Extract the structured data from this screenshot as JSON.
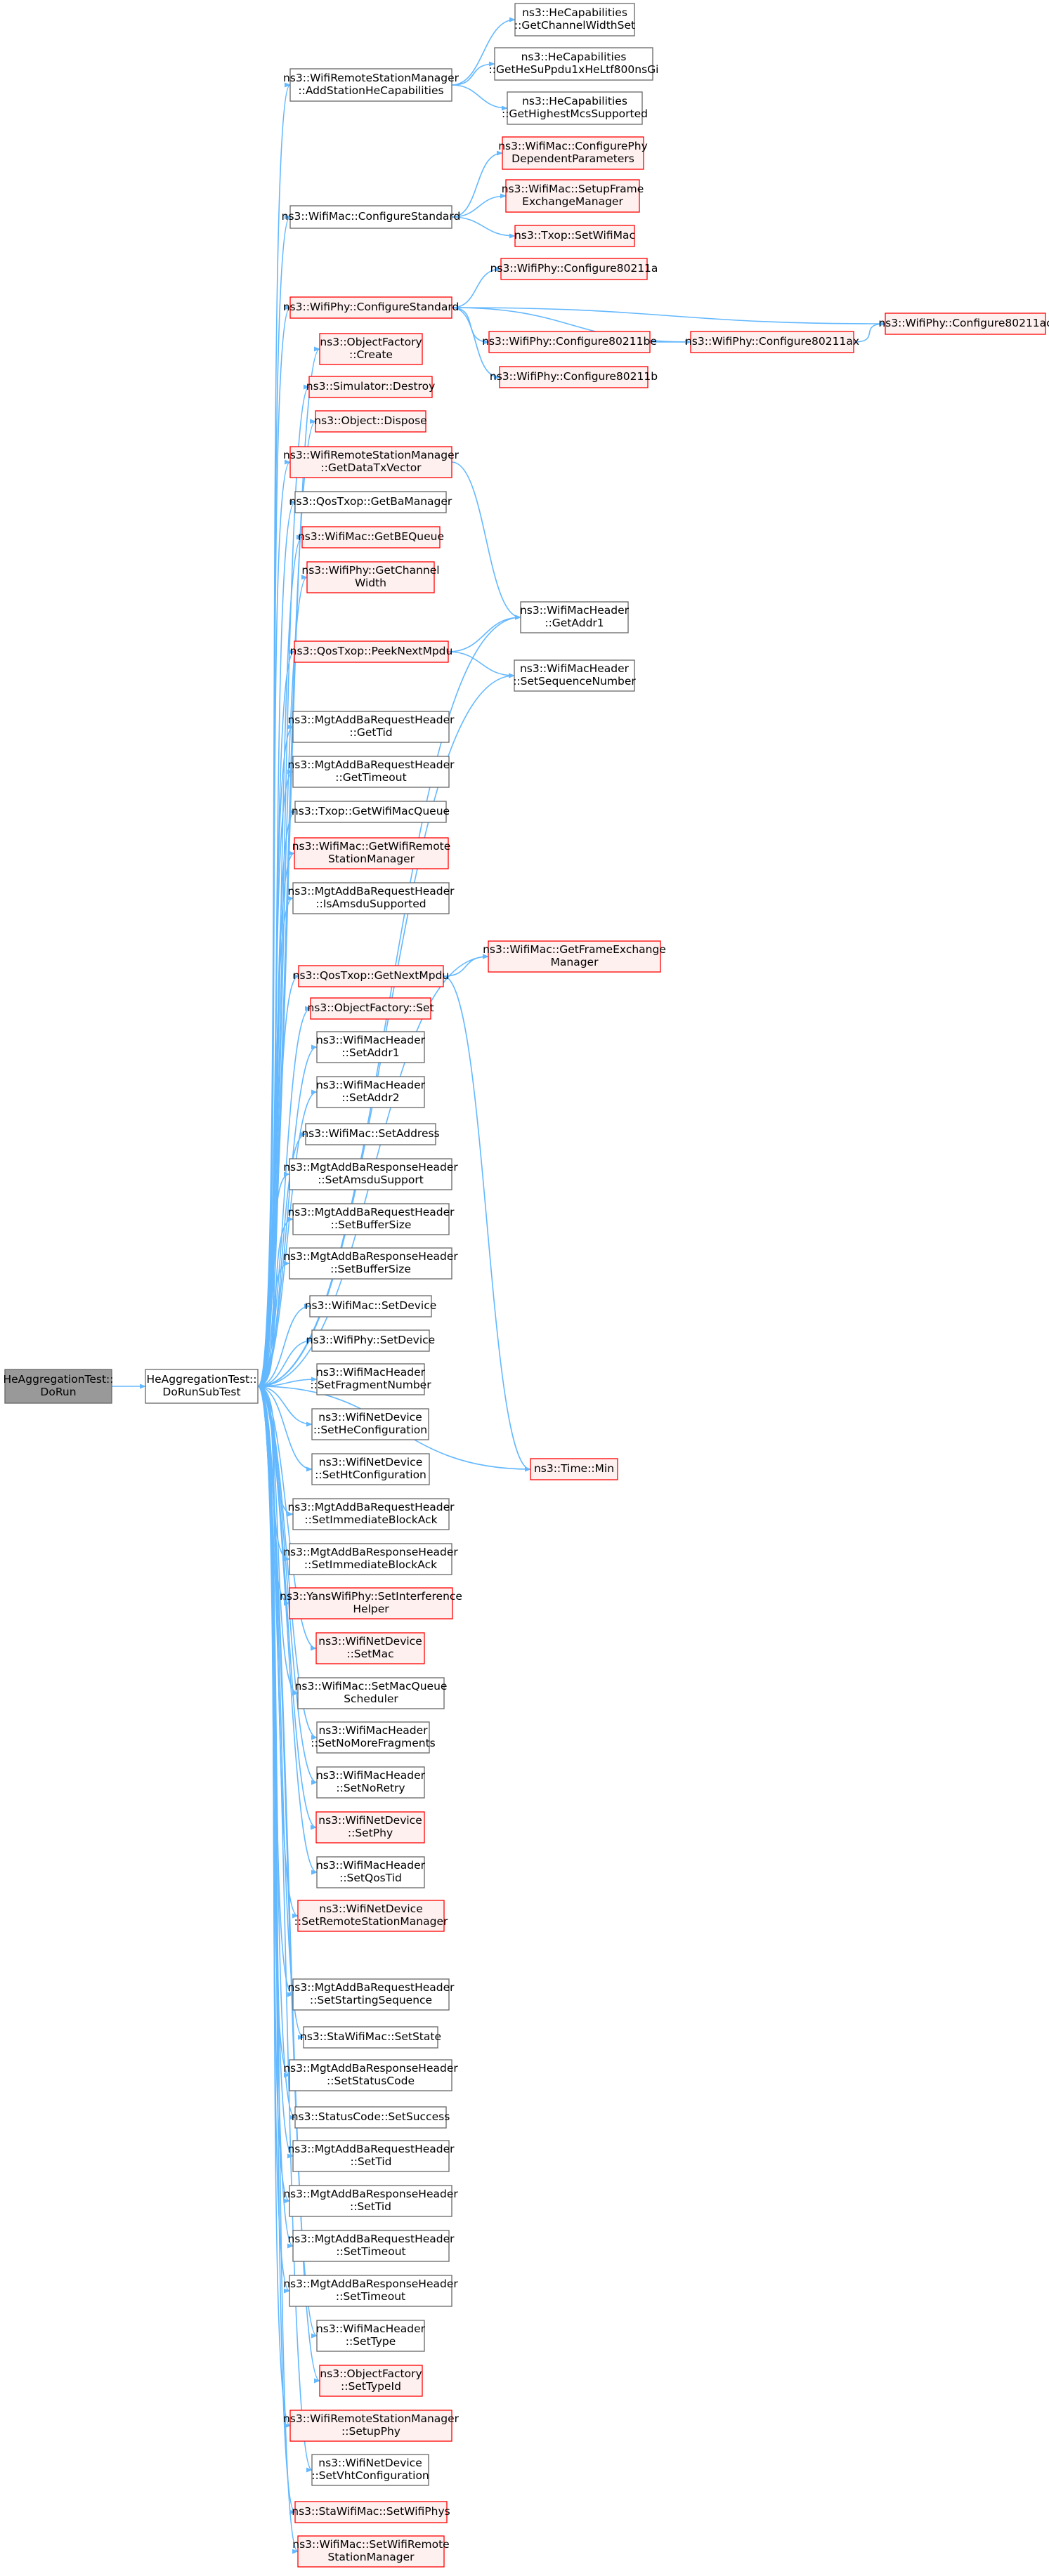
{
  "diagram": {
    "type": "call-graph",
    "colors": {
      "edge": "#63b8ff",
      "root_fill": "#999999",
      "root_border": "#666666",
      "normal_fill": "#ffffff",
      "normal_border": "#666666",
      "incomplete_fill": "#fff0f0",
      "incomplete_border": "#ff0000",
      "text": "#000000"
    },
    "nodes": [
      {
        "id": "root",
        "lines": [
          "HeAggregationTest::",
          "DoRun"
        ],
        "style": "root"
      },
      {
        "id": "dorunsub",
        "lines": [
          "HeAggregationTest::",
          "DoRunSubTest"
        ],
        "style": "normal"
      },
      {
        "id": "addhecap",
        "lines": [
          "ns3::WifiRemoteStationManager",
          "::AddStationHeCapabilities"
        ],
        "style": "normal"
      },
      {
        "id": "hecap_cw",
        "lines": [
          "ns3::HeCapabilities",
          "::GetChannelWidthSet"
        ],
        "style": "normal"
      },
      {
        "id": "hecap_gi",
        "lines": [
          "ns3::HeCapabilities",
          "::GetHeSuPpdu1xHeLtf800nsGi"
        ],
        "style": "normal"
      },
      {
        "id": "hecap_mcs",
        "lines": [
          "ns3::HeCapabilities",
          "::GetHighestMcsSupported"
        ],
        "style": "normal"
      },
      {
        "id": "mac_cfgstd",
        "lines": [
          "ns3::WifiMac::ConfigureStandard"
        ],
        "style": "normal"
      },
      {
        "id": "mac_cfgphy",
        "lines": [
          "ns3::WifiMac::ConfigurePhy",
          "DependentParameters"
        ],
        "style": "incomplete"
      },
      {
        "id": "mac_setupfem",
        "lines": [
          "ns3::WifiMac::SetupFrame",
          "ExchangeManager"
        ],
        "style": "incomplete"
      },
      {
        "id": "txop_setmac",
        "lines": [
          "ns3::Txop::SetWifiMac"
        ],
        "style": "incomplete"
      },
      {
        "id": "phy_cfgstd",
        "lines": [
          "ns3::WifiPhy::ConfigureStandard"
        ],
        "style": "incomplete"
      },
      {
        "id": "phy_11a",
        "lines": [
          "ns3::WifiPhy::Configure80211a"
        ],
        "style": "incomplete"
      },
      {
        "id": "phy_11ac",
        "lines": [
          "ns3::WifiPhy::Configure80211ac"
        ],
        "style": "incomplete"
      },
      {
        "id": "phy_11be",
        "lines": [
          "ns3::WifiPhy::Configure80211be"
        ],
        "style": "incomplete"
      },
      {
        "id": "phy_11ax",
        "lines": [
          "ns3::WifiPhy::Configure80211ax"
        ],
        "style": "incomplete"
      },
      {
        "id": "phy_11b",
        "lines": [
          "ns3::WifiPhy::Configure80211b"
        ],
        "style": "incomplete"
      },
      {
        "id": "of_create",
        "lines": [
          "ns3::ObjectFactory",
          "::Create"
        ],
        "style": "incomplete"
      },
      {
        "id": "sim_destroy",
        "lines": [
          "ns3::Simulator::Destroy"
        ],
        "style": "incomplete"
      },
      {
        "id": "obj_dispose",
        "lines": [
          "ns3::Object::Dispose"
        ],
        "style": "incomplete"
      },
      {
        "id": "getdatatx",
        "lines": [
          "ns3::WifiRemoteStationManager",
          "::GetDataTxVector"
        ],
        "style": "incomplete"
      },
      {
        "id": "getbamgr",
        "lines": [
          "ns3::QosTxop::GetBaManager"
        ],
        "style": "normal"
      },
      {
        "id": "getbequeue",
        "lines": [
          "ns3::WifiMac::GetBEQueue"
        ],
        "style": "incomplete"
      },
      {
        "id": "getchwidth",
        "lines": [
          "ns3::WifiPhy::GetChannel",
          "Width"
        ],
        "style": "incomplete"
      },
      {
        "id": "hdr_getaddr1",
        "lines": [
          "ns3::WifiMacHeader",
          "::GetAddr1"
        ],
        "style": "normal"
      },
      {
        "id": "peeknext",
        "lines": [
          "ns3::QosTxop::PeekNextMpdu"
        ],
        "style": "incomplete"
      },
      {
        "id": "hdr_setseq",
        "lines": [
          "ns3::WifiMacHeader",
          "::SetSequenceNumber"
        ],
        "style": "normal"
      },
      {
        "id": "addbareq_gettid",
        "lines": [
          "ns3::MgtAddBaRequestHeader",
          "::GetTid"
        ],
        "style": "normal"
      },
      {
        "id": "addbareq_gettimeout",
        "lines": [
          "ns3::MgtAddBaRequestHeader",
          "::GetTimeout"
        ],
        "style": "normal"
      },
      {
        "id": "txop_getqueue",
        "lines": [
          "ns3::Txop::GetWifiMacQueue"
        ],
        "style": "normal"
      },
      {
        "id": "mac_getrsm",
        "lines": [
          "ns3::WifiMac::GetWifiRemote",
          "StationManager"
        ],
        "style": "incomplete"
      },
      {
        "id": "addbareq_isamsdu",
        "lines": [
          "ns3::MgtAddBaRequestHeader",
          "::IsAmsduSupported"
        ],
        "style": "normal"
      },
      {
        "id": "mac_getfem",
        "lines": [
          "ns3::WifiMac::GetFrameExchange",
          "Manager"
        ],
        "style": "incomplete"
      },
      {
        "id": "getnextmpdu",
        "lines": [
          "ns3::QosTxop::GetNextMpdu"
        ],
        "style": "incomplete"
      },
      {
        "id": "of_set",
        "lines": [
          "ns3::ObjectFactory::Set"
        ],
        "style": "incomplete"
      },
      {
        "id": "hdr_setaddr1",
        "lines": [
          "ns3::WifiMacHeader",
          "::SetAddr1"
        ],
        "style": "normal"
      },
      {
        "id": "hdr_setaddr2",
        "lines": [
          "ns3::WifiMacHeader",
          "::SetAddr2"
        ],
        "style": "normal"
      },
      {
        "id": "mac_setaddress",
        "lines": [
          "ns3::WifiMac::SetAddress"
        ],
        "style": "normal"
      },
      {
        "id": "addbaresp_setamsdu",
        "lines": [
          "ns3::MgtAddBaResponseHeader",
          "::SetAmsduSupport"
        ],
        "style": "normal"
      },
      {
        "id": "addbareq_setbuf",
        "lines": [
          "ns3::MgtAddBaRequestHeader",
          "::SetBufferSize"
        ],
        "style": "normal"
      },
      {
        "id": "addbaresp_setbuf",
        "lines": [
          "ns3::MgtAddBaResponseHeader",
          "::SetBufferSize"
        ],
        "style": "normal"
      },
      {
        "id": "mac_setdevice",
        "lines": [
          "ns3::WifiMac::SetDevice"
        ],
        "style": "normal"
      },
      {
        "id": "phy_setdevice",
        "lines": [
          "ns3::WifiPhy::SetDevice"
        ],
        "style": "normal"
      },
      {
        "id": "hdr_setfrag",
        "lines": [
          "ns3::WifiMacHeader",
          "::SetFragmentNumber"
        ],
        "style": "normal"
      },
      {
        "id": "nd_sethe",
        "lines": [
          "ns3::WifiNetDevice",
          "::SetHeConfiguration"
        ],
        "style": "normal"
      },
      {
        "id": "nd_setht",
        "lines": [
          "ns3::WifiNetDevice",
          "::SetHtConfiguration"
        ],
        "style": "normal"
      },
      {
        "id": "time_min",
        "lines": [
          "ns3::Time::Min"
        ],
        "style": "incomplete"
      },
      {
        "id": "addbareq_setimm",
        "lines": [
          "ns3::MgtAddBaRequestHeader",
          "::SetImmediateBlockAck"
        ],
        "style": "normal"
      },
      {
        "id": "addbaresp_setimm",
        "lines": [
          "ns3::MgtAddBaResponseHeader",
          "::SetImmediateBlockAck"
        ],
        "style": "normal"
      },
      {
        "id": "yans_setinterf",
        "lines": [
          "ns3::YansWifiPhy::SetInterference",
          "Helper"
        ],
        "style": "incomplete"
      },
      {
        "id": "nd_setmac",
        "lines": [
          "ns3::WifiNetDevice",
          "::SetMac"
        ],
        "style": "incomplete"
      },
      {
        "id": "mac_setqsched",
        "lines": [
          "ns3::WifiMac::SetMacQueue",
          "Scheduler"
        ],
        "style": "normal"
      },
      {
        "id": "hdr_setnomore",
        "lines": [
          "ns3::WifiMacHeader",
          "::SetNoMoreFragments"
        ],
        "style": "normal"
      },
      {
        "id": "hdr_setnoretry",
        "lines": [
          "ns3::WifiMacHeader",
          "::SetNoRetry"
        ],
        "style": "normal"
      },
      {
        "id": "nd_setphy",
        "lines": [
          "ns3::WifiNetDevice",
          "::SetPhy"
        ],
        "style": "incomplete"
      },
      {
        "id": "hdr_setqostid",
        "lines": [
          "ns3::WifiMacHeader",
          "::SetQosTid"
        ],
        "style": "normal"
      },
      {
        "id": "nd_setrsm",
        "lines": [
          "ns3::WifiNetDevice",
          "::SetRemoteStationManager"
        ],
        "style": "incomplete"
      },
      {
        "id": "addbareq_setstart",
        "lines": [
          "ns3::MgtAddBaRequestHeader",
          "::SetStartingSequence"
        ],
        "style": "normal"
      },
      {
        "id": "sta_setstate",
        "lines": [
          "ns3::StaWifiMac::SetState"
        ],
        "style": "normal"
      },
      {
        "id": "addbaresp_setstatus",
        "lines": [
          "ns3::MgtAddBaResponseHeader",
          "::SetStatusCode"
        ],
        "style": "normal"
      },
      {
        "id": "status_setsuccess",
        "lines": [
          "ns3::StatusCode::SetSuccess"
        ],
        "style": "normal"
      },
      {
        "id": "addbareq_settid",
        "lines": [
          "ns3::MgtAddBaRequestHeader",
          "::SetTid"
        ],
        "style": "normal"
      },
      {
        "id": "addbaresp_settid",
        "lines": [
          "ns3::MgtAddBaResponseHeader",
          "::SetTid"
        ],
        "style": "normal"
      },
      {
        "id": "addbareq_settimeout",
        "lines": [
          "ns3::MgtAddBaRequestHeader",
          "::SetTimeout"
        ],
        "style": "normal"
      },
      {
        "id": "addbaresp_settimeout",
        "lines": [
          "ns3::MgtAddBaResponseHeader",
          "::SetTimeout"
        ],
        "style": "normal"
      },
      {
        "id": "hdr_settype",
        "lines": [
          "ns3::WifiMacHeader",
          "::SetType"
        ],
        "style": "normal"
      },
      {
        "id": "of_settypeid",
        "lines": [
          "ns3::ObjectFactory",
          "::SetTypeId"
        ],
        "style": "incomplete"
      },
      {
        "id": "rsm_setupphy",
        "lines": [
          "ns3::WifiRemoteStationManager",
          "::SetupPhy"
        ],
        "style": "incomplete"
      },
      {
        "id": "nd_setvht",
        "lines": [
          "ns3::WifiNetDevice",
          "::SetVhtConfiguration"
        ],
        "style": "normal"
      },
      {
        "id": "sta_setphys",
        "lines": [
          "ns3::StaWifiMac::SetWifiPhys"
        ],
        "style": "incomplete"
      },
      {
        "id": "mac_setrsm",
        "lines": [
          "ns3::WifiMac::SetWifiRemote",
          "StationManager"
        ],
        "style": "incomplete"
      }
    ],
    "edges": [
      [
        "root",
        "dorunsub"
      ],
      [
        "dorunsub",
        "addhecap"
      ],
      [
        "addhecap",
        "hecap_cw"
      ],
      [
        "addhecap",
        "hecap_gi"
      ],
      [
        "addhecap",
        "hecap_mcs"
      ],
      [
        "dorunsub",
        "mac_cfgstd"
      ],
      [
        "mac_cfgstd",
        "mac_cfgphy"
      ],
      [
        "mac_cfgstd",
        "mac_setupfem"
      ],
      [
        "mac_cfgstd",
        "txop_setmac"
      ],
      [
        "dorunsub",
        "phy_cfgstd"
      ],
      [
        "phy_cfgstd",
        "phy_11a"
      ],
      [
        "phy_cfgstd",
        "phy_11ac"
      ],
      [
        "phy_cfgstd",
        "phy_11be"
      ],
      [
        "phy_cfgstd",
        "phy_11ax"
      ],
      [
        "phy_cfgstd",
        "phy_11b"
      ],
      [
        "phy_11be",
        "phy_11ax"
      ],
      [
        "phy_11ax",
        "phy_11ac"
      ],
      [
        "dorunsub",
        "of_create"
      ],
      [
        "dorunsub",
        "sim_destroy"
      ],
      [
        "dorunsub",
        "obj_dispose"
      ],
      [
        "dorunsub",
        "getdatatx"
      ],
      [
        "getdatatx",
        "hdr_getaddr1"
      ],
      [
        "dorunsub",
        "getbamgr"
      ],
      [
        "dorunsub",
        "getbequeue"
      ],
      [
        "dorunsub",
        "getchwidth"
      ],
      [
        "dorunsub",
        "hdr_getaddr1"
      ],
      [
        "dorunsub",
        "peeknext"
      ],
      [
        "peeknext",
        "hdr_getaddr1"
      ],
      [
        "peeknext",
        "hdr_setseq"
      ],
      [
        "dorunsub",
        "hdr_setseq"
      ],
      [
        "dorunsub",
        "addbareq_gettid"
      ],
      [
        "dorunsub",
        "addbareq_gettimeout"
      ],
      [
        "dorunsub",
        "txop_getqueue"
      ],
      [
        "dorunsub",
        "mac_getrsm"
      ],
      [
        "dorunsub",
        "addbareq_isamsdu"
      ],
      [
        "dorunsub",
        "mac_getfem"
      ],
      [
        "dorunsub",
        "getnextmpdu"
      ],
      [
        "getnextmpdu",
        "mac_getfem"
      ],
      [
        "getnextmpdu",
        "time_min"
      ],
      [
        "dorunsub",
        "of_set"
      ],
      [
        "dorunsub",
        "hdr_setaddr1"
      ],
      [
        "dorunsub",
        "hdr_setaddr2"
      ],
      [
        "dorunsub",
        "mac_setaddress"
      ],
      [
        "dorunsub",
        "addbaresp_setamsdu"
      ],
      [
        "dorunsub",
        "addbareq_setbuf"
      ],
      [
        "dorunsub",
        "addbaresp_setbuf"
      ],
      [
        "dorunsub",
        "mac_setdevice"
      ],
      [
        "dorunsub",
        "phy_setdevice"
      ],
      [
        "dorunsub",
        "hdr_setfrag"
      ],
      [
        "dorunsub",
        "nd_sethe"
      ],
      [
        "dorunsub",
        "nd_setht"
      ],
      [
        "dorunsub",
        "addbareq_setimm"
      ],
      [
        "dorunsub",
        "addbaresp_setimm"
      ],
      [
        "dorunsub",
        "yans_setinterf"
      ],
      [
        "dorunsub",
        "nd_setmac"
      ],
      [
        "dorunsub",
        "mac_setqsched"
      ],
      [
        "dorunsub",
        "hdr_setnomore"
      ],
      [
        "dorunsub",
        "hdr_setnoretry"
      ],
      [
        "dorunsub",
        "nd_setphy"
      ],
      [
        "dorunsub",
        "hdr_setqostid"
      ],
      [
        "dorunsub",
        "nd_setrsm"
      ],
      [
        "dorunsub",
        "time_min"
      ],
      [
        "dorunsub",
        "addbareq_setstart"
      ],
      [
        "dorunsub",
        "sta_setstate"
      ],
      [
        "dorunsub",
        "addbaresp_setstatus"
      ],
      [
        "dorunsub",
        "status_setsuccess"
      ],
      [
        "dorunsub",
        "addbareq_settid"
      ],
      [
        "dorunsub",
        "addbaresp_settid"
      ],
      [
        "dorunsub",
        "addbareq_settimeout"
      ],
      [
        "dorunsub",
        "addbaresp_settimeout"
      ],
      [
        "dorunsub",
        "hdr_settype"
      ],
      [
        "dorunsub",
        "of_settypeid"
      ],
      [
        "dorunsub",
        "rsm_setupphy"
      ],
      [
        "dorunsub",
        "nd_setvht"
      ],
      [
        "dorunsub",
        "sta_setphys"
      ],
      [
        "dorunsub",
        "mac_setrsm"
      ]
    ]
  }
}
